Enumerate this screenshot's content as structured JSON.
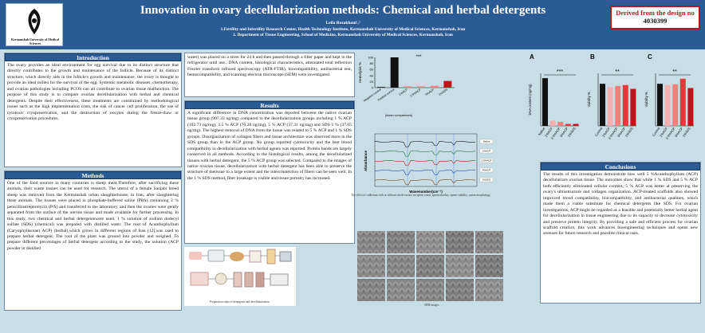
{
  "header": {
    "logo_text": "Kermanshah University of Medical Sciences",
    "title": "Innovation in ovary decellularization methods: Chemical and herbal detergents",
    "author": "Leila Rezakhani¹,²",
    "affiliation_1": "1.Fertility and Infertility Research Center, Health Technology Institute, Kermanshah University of Medical Sciences, Kermanshah, Iran",
    "affiliation_2": "2. Department of Tissue Engineering, School of Medicine, Kermanshah University of Medical Sciences, Kermanshah, Iran",
    "design_label": "Derived from the design no",
    "design_number": "4030399"
  },
  "sections": {
    "introduction": {
      "heading": "Introduction",
      "text": "The ovary provides an ideal environment for egg survival due to its distinct structure that directly contributes to the growth and maintenance of the follicle. Because of its distinct structure, which directly aids in the follicle's growth and maintenance, the ovary is thought to provide an ideal milieu for the survival of the egg. Systemic metabolic diseases, chemotherapy, and ovarian pathologies including PCOS can all contribute to ovarian tissue malfunction. The purpose of this study is to compare ovarian decellularization with herbal and chemical detergents. Despite their effectiveness, these treatments are constrained by methodological issues such as the high implementation costs, the risk of cancer cell proliferation, the use of cytotoxic cryopreservation, and the destruction of oocytes during the freeze-thaw or cryopreservation procedures."
    },
    "methods": {
      "heading": "Methods",
      "text": "One of the food sources in many countries is sheep meat.Therefore, after sacrificing these animals, their waste tissues can be used for research. The uterus of a female Sanjabi breed sheep was removed from the Kermanshah urban slaughterhouse, in Iran, after slaughtering these animals. The tissues were placed in phosphate-buffered saline (PBS) containing 2 % penicillinstreptomycin (P/S) and transferred to the laboratory, and then the ovaries were gently separated from the surface of the uterine tissue and made available for further processing. In this study, two chemical and herbal detergentswere used. 1 % solution of sodium dodecyl sulfate (SDS) (chemical) was prepared with distilled water. The root of Acanthophyllum (Caryophyllaceae) ACP) (herbal),which grows in different regions of Iran [12],was used to prepare herbal detergent. The root of the plant was ground into powder and weighed. To prepare different percentages of herbal detergent according to the study, the solution (ACP powder in distilled"
    },
    "methods_cont": {
      "text": "water) was placed on a stirer for 24 h and then passed through a filter paper and kept in the refrigerator until use.. DNA content, histological characteristics, attenuated total reflection Fourier transform infrared spectroscopy (ATR-FTIR), biocompatibility, antibacterial test, hemocompatibility, and scanning electron microscope (SEM) were investigated."
    },
    "results": {
      "heading": "Results",
      "text": "A significant difference in DNA concentration was reported between the native ovarian tissue group (907.33 ng/mg) compared to the decellularization groups including 1 % ACP (102.73 ng/mg), 2.5 % ACP (76.28 ng/mg), 5 % ACP (37.31 ng/mg) and SDS 1 % (37.05 ng/mg). The highest removal of DNA from the tissue was related to 5 % ACP and 1 % SDS groups. Disorganization of collagen fibers and tissue architecture was observed more in the SDS group than in the ACP group. No group reported cytotoxicity and the best blood compatibility in decellularization with herbal agents was reported. Protein bands are largely conserved in all methods. According to the histological results, among the decellularized tissues with herbal detergent, the 5 % ACP group was selected. Compared to the images of native ovarian tissue, decellularization with herbal detergent has been able to preserve the structure of thetissue to a large extent and the interconnection of fibers can be seen well. In the 1 % SDS method, fiber breakage is visible and tissue porosity has increased."
    },
    "conclusions": {
      "heading": "Conclusions",
      "text": "The results of this investigation demonstrate how well 5 %Acanthophyllum (ACP) decellularizes ovarian tissue. The outcomes show that while 1 % SDS and 5 % ACP both efficiently eliminated cellular content, 5 % ACP was better at preserving the ovary's ultrastructure and collagen organization. ACP-treated scaffolds also showed improved blood compatibility, biocompatibility, and antibacterial qualities, which made them a viable substitute for chemical detergents like SDS. For ovarian investigations, ACP might be regarded as a feasible and potentially better herbal agent for decellularization in tissue engineering due to its capacity to decrease cytotoxicity and preserve protein integrity. By providing a safe and efficient process for ovarian scaffold creation, this work advances bioengineering techniques and opens new avenues for future research and possible clinical uses."
    }
  },
  "figures": {
    "ftir_caption": "The effect of cadherum with or without sterile extract on sperm count, sperm motility, sperm viability, sperm morphology",
    "ftir_xlabel": "Wavenumber(cm⁻¹)",
    "ftir_ylabel": "Absorbance",
    "ftir_legend": [
      "Native",
      "1%ACP",
      "2.5%ACP",
      "5%ACP",
      "1%SDS"
    ],
    "prep_caption": "Preparation steps of detergents and decellularization",
    "sem_caption": "SEM images",
    "hemo_ylabel": "Hemolysis %",
    "hemo_sub": "(mean comparisons)"
  },
  "chart_data": [
    {
      "type": "bar",
      "categories": [
        "Negative control",
        "Positive control",
        "1%ACP",
        "2.5%ACP",
        "5%ACP",
        "1%SDS"
      ],
      "values": [
        0,
        100,
        4,
        4,
        6,
        22
      ],
      "ylabel": "Hemolysis %",
      "ylim": [
        0,
        100
      ],
      "yticks": [
        "100",
        "80",
        "60",
        "40",
        "20",
        "0"
      ],
      "colors": [
        "#111111",
        "#111111",
        "#f08080",
        "#f08080",
        "#f08080",
        "#c0141b"
      ]
    },
    {
      "type": "bar",
      "panel_label": "A",
      "categories": [
        "Native",
        "1%ACP",
        "2.5%ACP",
        "5%ACP",
        "1%SDS"
      ],
      "values": [
        907.33,
        102.73,
        76.28,
        37.31,
        37.05
      ],
      "ylabel": "DNA content (ng/mg)",
      "significance": "***",
      "colors": [
        "#111111",
        "#f6b0b0",
        "#f08080",
        "#e03a3a",
        "#c0141b"
      ]
    },
    {
      "type": "bar",
      "panel_label": "B",
      "categories": [
        "Control",
        "1%ACP",
        "2.5%ACP",
        "5%ACP",
        "1%SDS"
      ],
      "values": [
        100,
        92,
        95,
        97,
        88
      ],
      "ylabel": "Viability %",
      "significance": "**",
      "colors": [
        "#111111",
        "#f6b0b0",
        "#f08080",
        "#e03a3a",
        "#c0141b"
      ]
    },
    {
      "type": "bar",
      "panel_label": "C",
      "categories": [
        "Control",
        "1%ACP",
        "2.5%ACP",
        "5%ACP",
        "1%SDS"
      ],
      "values": [
        100,
        97,
        99,
        112,
        90
      ],
      "ylabel": "Viability %",
      "significance": "**",
      "colors": [
        "#111111",
        "#f6b0b0",
        "#f08080",
        "#e03a3a",
        "#c0141b"
      ]
    }
  ]
}
